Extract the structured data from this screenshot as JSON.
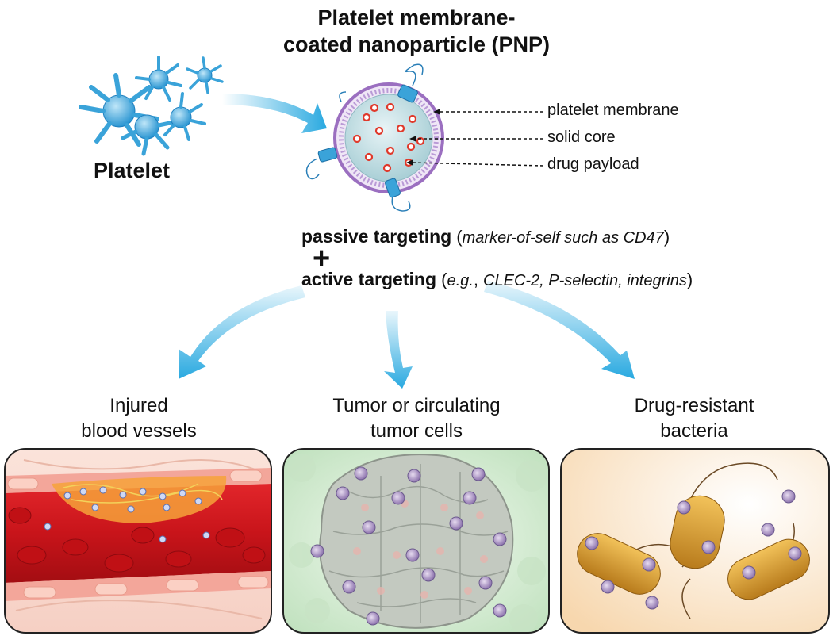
{
  "title_line1": "Platelet membrane-",
  "title_line2": "coated nanoparticle (PNP)",
  "platelet_label": "Platelet",
  "callouts": [
    "platelet membrane",
    "solid core",
    "drug payload"
  ],
  "passive": {
    "bold": "passive targeting",
    "open": " (",
    "italic": "marker-of-self such as CD47",
    "close": ")"
  },
  "plus": "+",
  "active": {
    "bold": "active targeting",
    "open": " (",
    "italic1": "e.g.",
    "mid": ", ",
    "italic2": "CLEC-2, P-selectin, integrins",
    "close": ")"
  },
  "destinations": [
    {
      "line1": "Injured",
      "line2": "blood vessels"
    },
    {
      "line1": "Tumor or circulating",
      "line2": "tumor cells"
    },
    {
      "line1": "Drug-resistant",
      "line2": "bacteria"
    }
  ],
  "colors": {
    "arrow": "#29a9e0",
    "membrane": "#9b6fc0",
    "platelet": "#3aa3d9",
    "blood": "#c8141a",
    "bacteria": "#d89a2a",
    "tumor_bg": "#cfe8cf"
  }
}
